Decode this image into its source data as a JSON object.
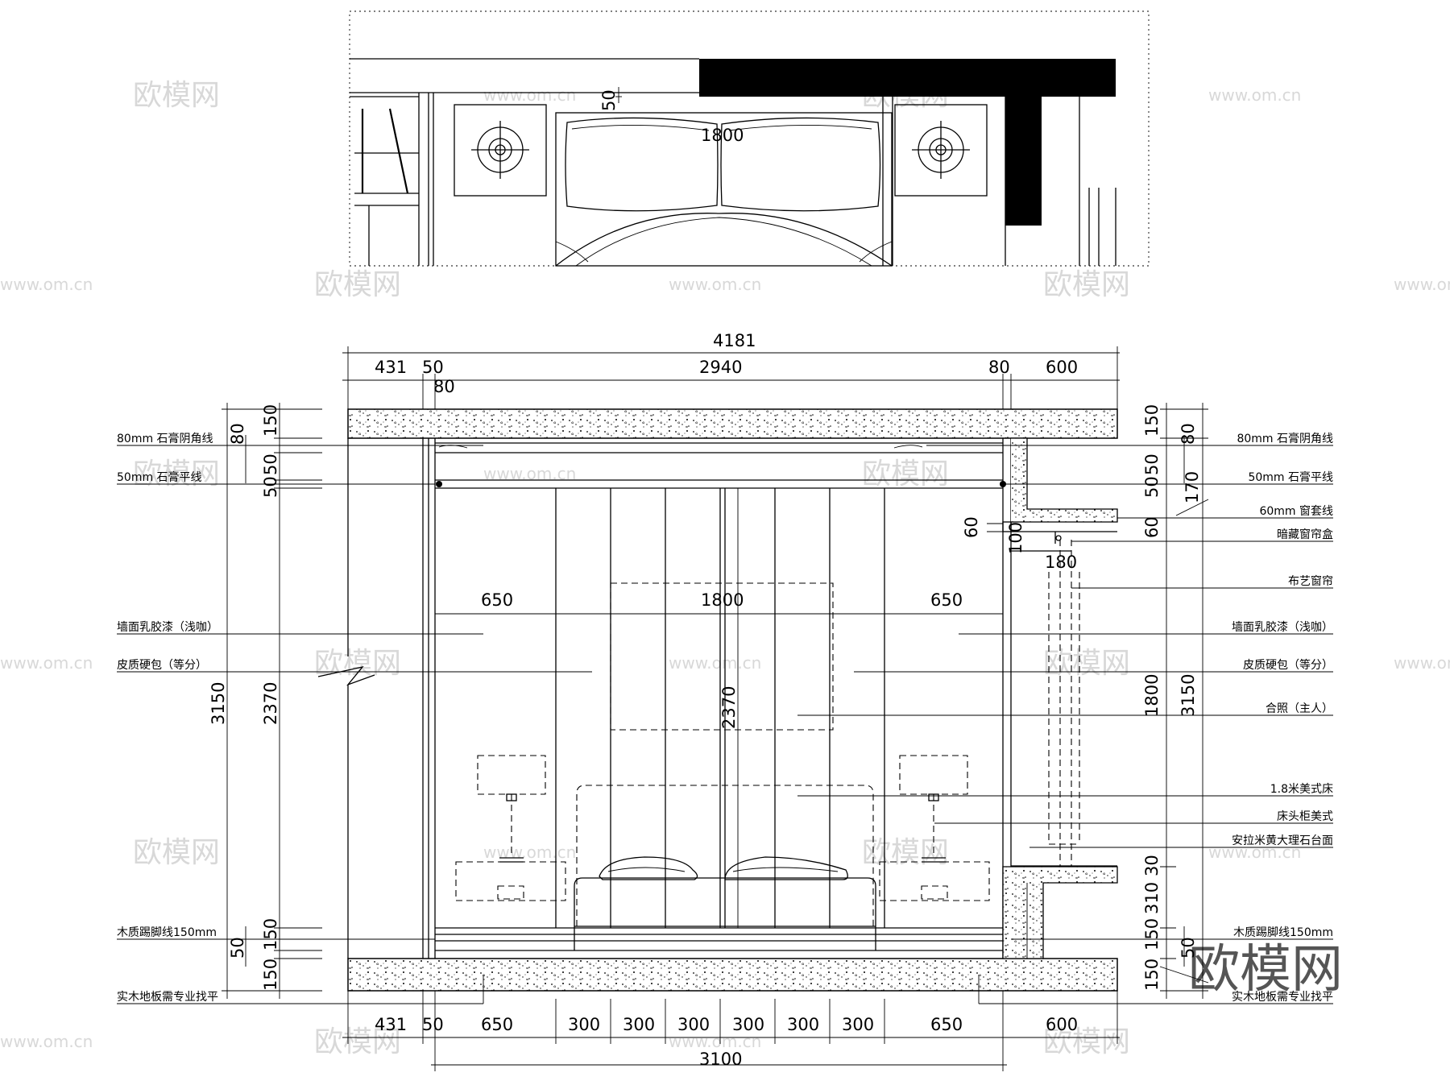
{
  "watermark": {
    "brand": "欧模网",
    "url": "www.om.cn"
  },
  "plan": {
    "dims": {
      "top_gap": "50",
      "bed_width": "1800"
    }
  },
  "elevation": {
    "top_dims": {
      "overall": "4181",
      "segments": [
        "431",
        "50",
        "2940",
        "80",
        "600"
      ],
      "small": "80"
    },
    "bottom_dims": {
      "segments": [
        "431",
        "50",
        "650",
        "300",
        "300",
        "300",
        "300",
        "300",
        "300",
        "650",
        "600"
      ],
      "overall": "3100"
    },
    "inner_dims": {
      "left_650": "650",
      "center_1800": "1800",
      "right_650": "650",
      "height_2370": "2370",
      "curtain_180": "180",
      "box_60": "60",
      "box_100": "100"
    },
    "left_dims": {
      "total": "3150",
      "mid": "2370",
      "top": [
        "150",
        "80",
        "50",
        "50"
      ],
      "bottom": [
        "150",
        "50",
        "150"
      ]
    },
    "right_dims": {
      "total": "3150",
      "mid": "1800",
      "top": [
        "150",
        "80",
        "50",
        "50",
        "170",
        "60"
      ],
      "bottom": [
        "30",
        "310",
        "150",
        "50",
        "150"
      ]
    },
    "labels_left": [
      "80mm 石膏阴角线",
      "50mm 石膏平线",
      "墙面乳胶漆（浅咖）",
      "皮质硬包（等分）",
      "木质踢脚线150mm",
      "实木地板需专业找平"
    ],
    "labels_right": [
      "80mm 石膏阴角线",
      "50mm 石膏平线",
      "60mm 窗套线",
      "暗藏窗帘盒",
      "布艺窗帘",
      "墙面乳胶漆（浅咖）",
      "皮质硬包（等分）",
      "合照（主人）",
      "1.8米美式床",
      "床头柜美式",
      "安拉米黄大理石台面",
      "木质踢脚线150mm",
      "实木地板需专业找平"
    ]
  }
}
